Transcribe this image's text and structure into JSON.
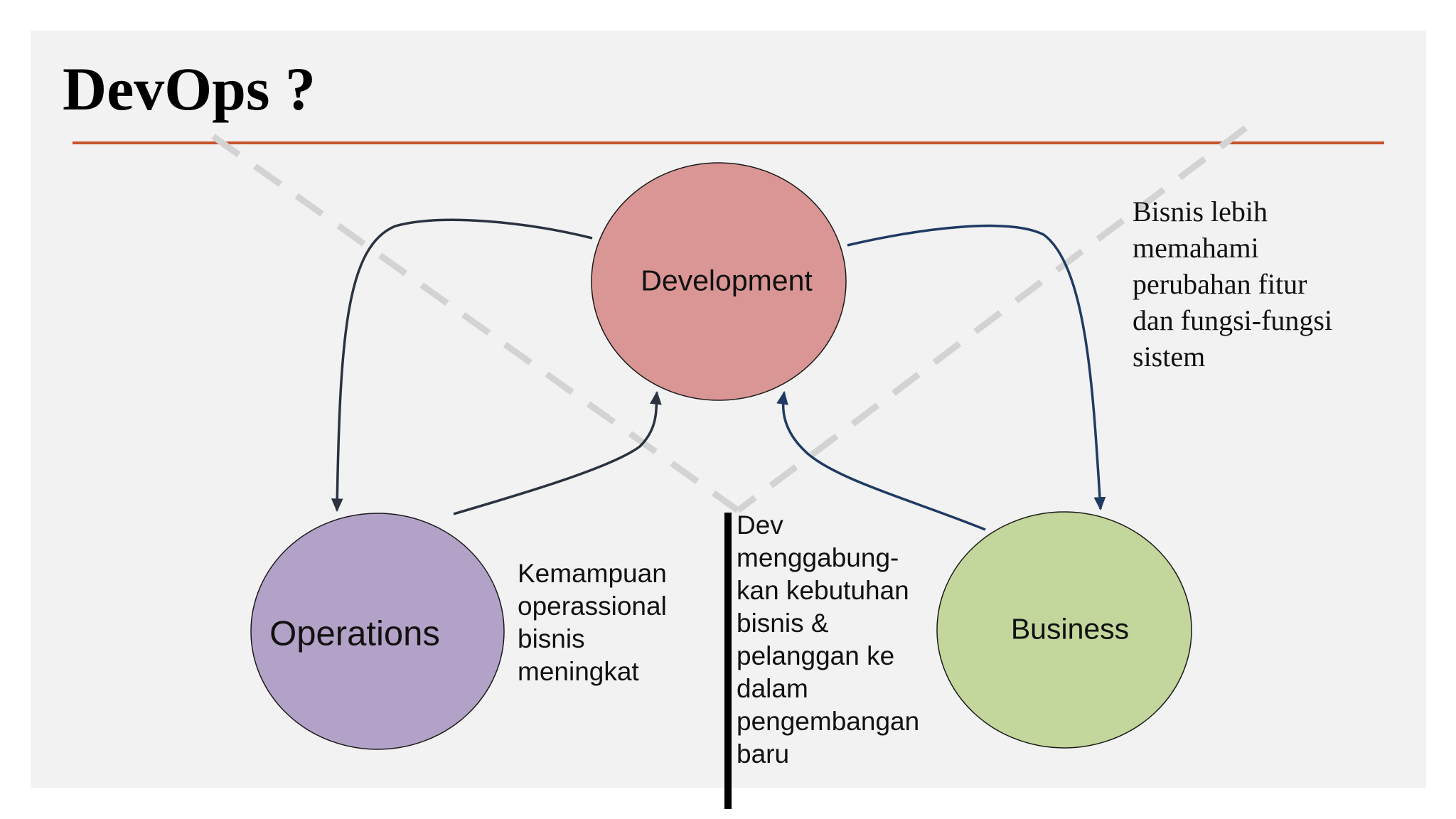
{
  "slide": {
    "title": "DevOps ?"
  },
  "nodes": {
    "development": {
      "label": "Development",
      "color": "#d99694"
    },
    "operations": {
      "label": "Operations",
      "color": "#b3a2c7"
    },
    "business": {
      "label": "Business",
      "color": "#c3d69b"
    }
  },
  "notes": {
    "operations": "Kemampuan\noperassional\nbisnis\nmeningkat",
    "development": "Dev\nmenggabung-\nkan kebutuhan\nbisnis &\npelanggan ke\ndalam\npengembangan\nbaru",
    "business": "Bisnis lebih\nmemahami\nperubahan fitur\ndan fungsi-fungsi\nsistem"
  },
  "colors": {
    "title_rule": "#c5532b",
    "slide_background": "#f2f2f2",
    "arrow_left": "#2b3340",
    "arrow_right": "#1f3b63",
    "dashed_lines": "#d3d3d3",
    "divider": "#000000"
  }
}
